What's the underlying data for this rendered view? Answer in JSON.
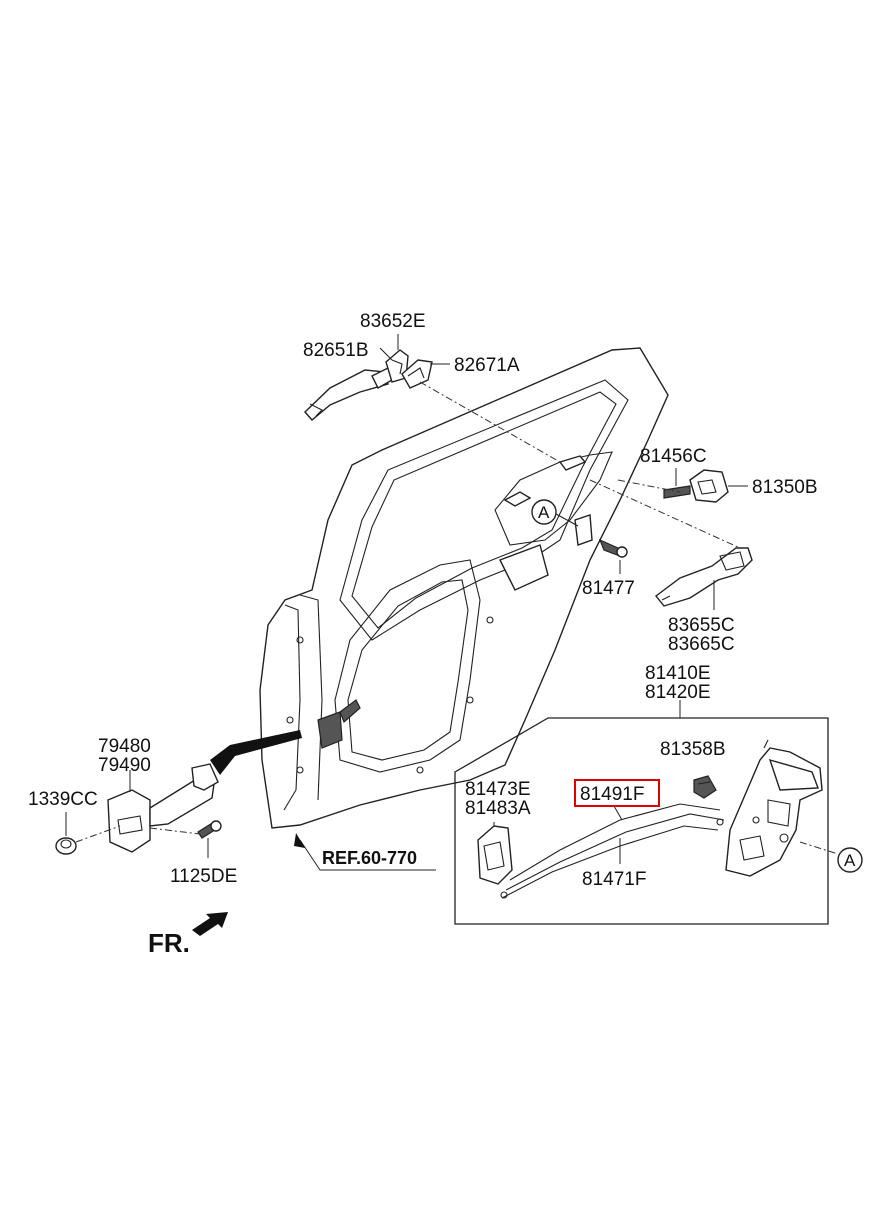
{
  "labels": {
    "p83652E": "83652E",
    "p82651B": "82651B",
    "p82671A": "82671A",
    "p81456C": "81456C",
    "p81350B": "81350B",
    "p81477": "81477",
    "p83655C": "83655C",
    "p83665C": "83665C",
    "p81410E": "81410E",
    "p81420E": "81420E",
    "p79480": "79480",
    "p79490": "79490",
    "p1339CC": "1339CC",
    "p1125DE": "1125DE",
    "ref": "REF.60-770",
    "p81358B": "81358B",
    "p81473E": "81473E",
    "p81483A": "81483A",
    "p81491F": "81491F",
    "p81471F": "81471F",
    "fr": "FR.",
    "circleA1": "A",
    "circleA2": "A"
  },
  "colors": {
    "highlight_box": "#e00000",
    "line": "#222222"
  },
  "highlighted_part": "81491F"
}
